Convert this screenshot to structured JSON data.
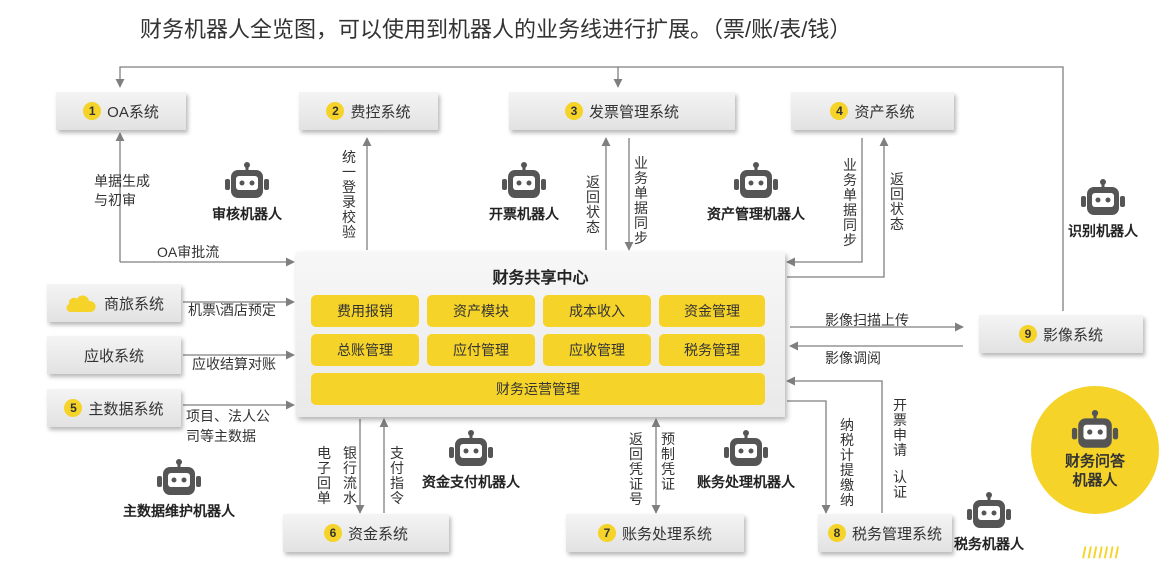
{
  "title": "财务机器人全览图，可以使用到机器人的业务线进行扩展。（票/账/表/钱）",
  "systems": {
    "oa": {
      "num": "1",
      "label": "OA系统"
    },
    "fee": {
      "num": "2",
      "label": "费控系统"
    },
    "invoice": {
      "num": "3",
      "label": "发票管理系统"
    },
    "asset": {
      "num": "4",
      "label": "资产系统"
    },
    "master": {
      "num": "5",
      "label": "主数据系统"
    },
    "fund": {
      "num": "6",
      "label": "资金系统"
    },
    "account": {
      "num": "7",
      "label": "账务处理系统"
    },
    "tax": {
      "num": "8",
      "label": "税务管理系统"
    },
    "image": {
      "num": "9",
      "label": "影像系统"
    },
    "travel": {
      "label": "商旅系统"
    },
    "receivable": {
      "label": "应收系统"
    }
  },
  "hub": {
    "title": "财务共享中心",
    "modules": [
      "费用报销",
      "资产模块",
      "成本收入",
      "资金管理",
      "总账管理",
      "应付管理",
      "应收管理",
      "税务管理"
    ],
    "ops": "财务运营管理"
  },
  "labels": {
    "doc_gen": "单据生成",
    "first_review": "与初审",
    "oa_flow": "OA审批流",
    "sso": "统一登录校验",
    "return_status": "返回状态",
    "biz_sync": "业务单据同步",
    "biz_sync2": "业务单据同步",
    "return_status2": "返回状态",
    "ticket_hotel": "机票\\酒店预定",
    "ar_settle": "应收结算对账",
    "master_data1": "项目、法人公",
    "master_data2": "司等主数据",
    "e_receipt": "电子回单",
    "bank_flow": "银行流水",
    "pay_cmd": "支付指令",
    "return_voucher": "返回凭证号",
    "pre_voucher": "预制凭证",
    "tax_calc": "纳税计提缴纳",
    "invoice_apply": "开票申请",
    "certify": "认证",
    "img_upload": "影像扫描上传",
    "img_view": "影像调阅"
  },
  "robots": {
    "audit": "审核机器人",
    "invoicing": "开票机器人",
    "asset_mgmt": "资产管理机器人",
    "recognition": "识别机器人",
    "master_maint": "主数据维护机器人",
    "fund_pay": "资金支付机器人",
    "accounting": "账务处理机器人",
    "tax": "税务机器人",
    "qa": "财务问答机器人"
  },
  "colors": {
    "accent": "#f5d328",
    "line": "#7f7f7f",
    "box": "#e6e6e6"
  },
  "icons": {
    "robot": "robot-icon",
    "cloud": "cloud-icon"
  }
}
